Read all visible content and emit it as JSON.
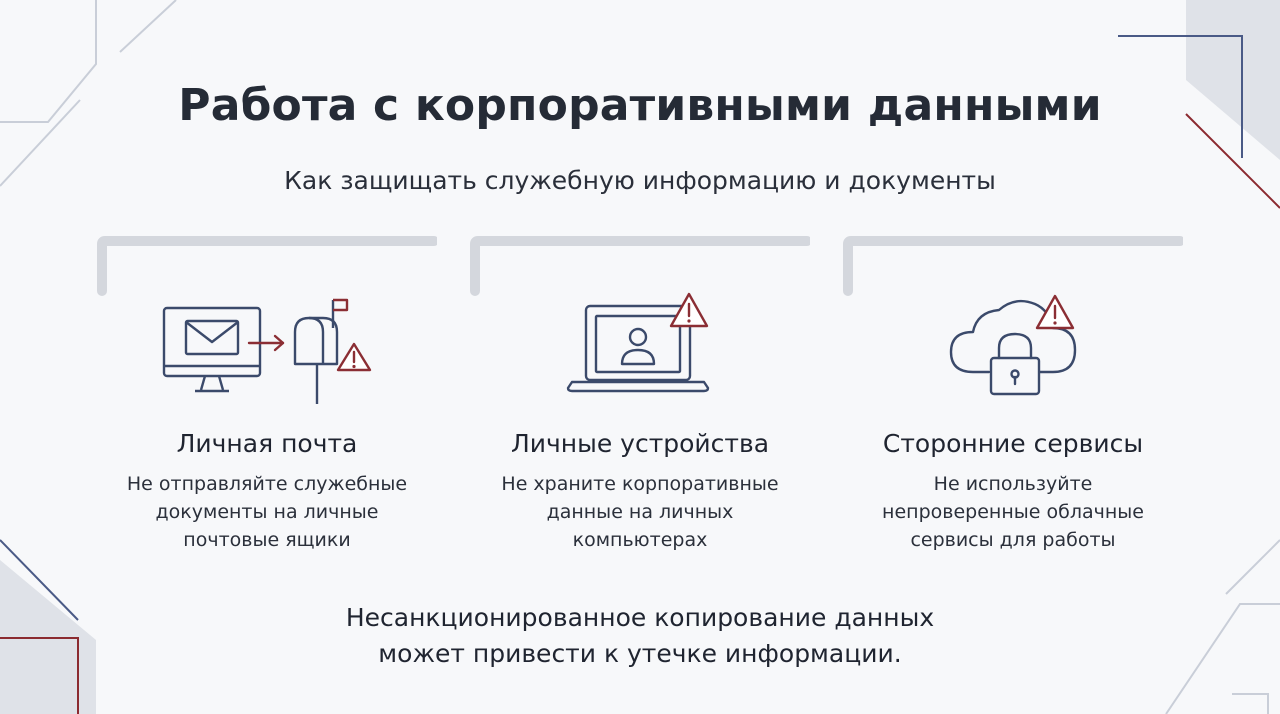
{
  "title": "Работа с корпоративными данными",
  "subtitle": "Как защищать служебную информацию и документы",
  "cards": [
    {
      "title": "Личная почта",
      "description": "Не отправляйте служебные\nдокументы на личные\nпочтовые ящики",
      "icon": "email-to-mailbox-warning-icon"
    },
    {
      "title": "Личные устройства",
      "description": "Не храните корпоративные\nданные на личных\nкомпьютерах",
      "icon": "laptop-user-warning-icon"
    },
    {
      "title": "Сторонние сервисы",
      "description": "Не используйте\nнепроверенные облачные\nсервисы для работы",
      "icon": "cloud-lock-warning-icon"
    }
  ],
  "footer": {
    "line1": "Несанкционированное копирование данных",
    "line2": "может привести к утечке информации."
  },
  "colors": {
    "icon_blue": "#3b4a6b",
    "warning_red": "#8b2e34",
    "bracket_gray": "#d4d7dd",
    "decor_blue": "#4a5a86",
    "decor_red": "#8b2a30",
    "decor_gray": "#dcdfe6"
  }
}
